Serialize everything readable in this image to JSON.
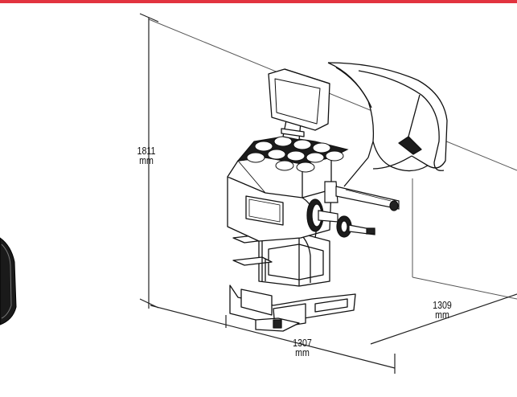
{
  "colors": {
    "accent_bar": "#e2333f",
    "line": "#111111",
    "dimension_line": "#222222",
    "background": "#ffffff"
  },
  "dimensions": {
    "height": {
      "value": "1811",
      "unit": "mm"
    },
    "width": {
      "value": "1307",
      "unit": "mm"
    },
    "depth": {
      "value": "1309",
      "unit": "mm"
    }
  }
}
